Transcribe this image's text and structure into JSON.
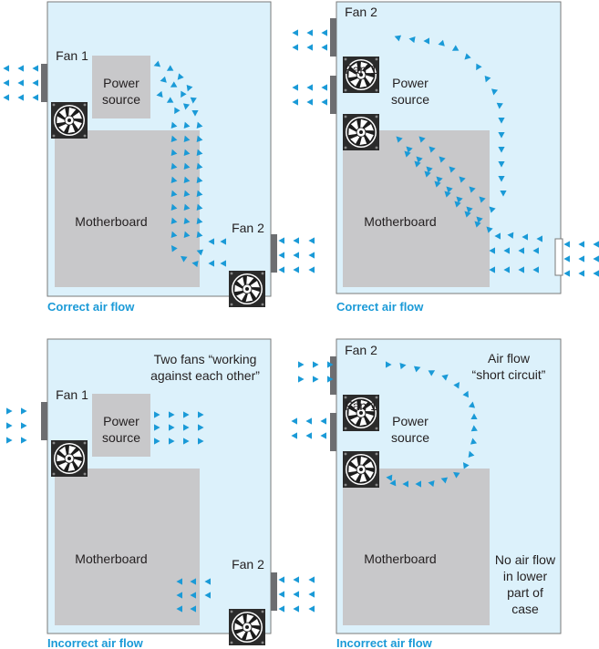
{
  "panels": [
    {
      "caption": "Correct air flow",
      "fans": [
        "Fan 1",
        "Fan 2"
      ],
      "power_source": [
        "Power",
        "source"
      ],
      "motherboard": "Motherboard",
      "notes": []
    },
    {
      "caption": "Correct air flow",
      "fans": [
        "Fan 2",
        "Fan 1"
      ],
      "power_source": [
        "Power",
        "source"
      ],
      "motherboard": "Motherboard",
      "notes": []
    },
    {
      "caption": "Incorrect air flow",
      "fans": [
        "Fan 1",
        "Fan 2"
      ],
      "power_source": [
        "Power",
        "source"
      ],
      "motherboard": "Motherboard",
      "notes": [
        "Two fans “working",
        "against each other”"
      ]
    },
    {
      "caption": "Incorrect air flow",
      "fans": [
        "Fan 2",
        "Fan 1"
      ],
      "power_source": [
        "Power",
        "source"
      ],
      "motherboard": "Motherboard",
      "notes": [
        "Air flow",
        "“short circuit”",
        "No air flow",
        "in lower",
        "part of",
        "case"
      ]
    }
  ],
  "colors": {
    "case": "#dcf1fb",
    "case_border": "#7a7a7a",
    "component": "#c8c8ca",
    "arrow": "#1a9ad7",
    "caption": "#1a9ad7",
    "fan_frame": "#2b2b2b",
    "fan_mount": "#6d6e71"
  },
  "icons": [
    "fan-icon",
    "airflow-arrow-icon"
  ]
}
